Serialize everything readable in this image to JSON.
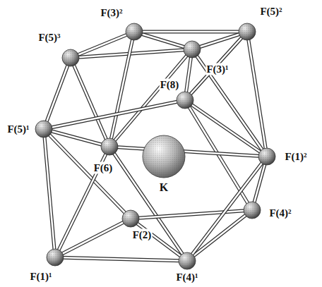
{
  "diagram": {
    "labels": [
      "F(3)²",
      "F(5)²",
      "F(5)³",
      "F(3)¹",
      "F(8)",
      "F(5)¹",
      "F(6)",
      "K",
      "F(1)²",
      "F(4)²",
      "F(2)",
      "F(1)¹",
      "F(4)¹"
    ]
  }
}
